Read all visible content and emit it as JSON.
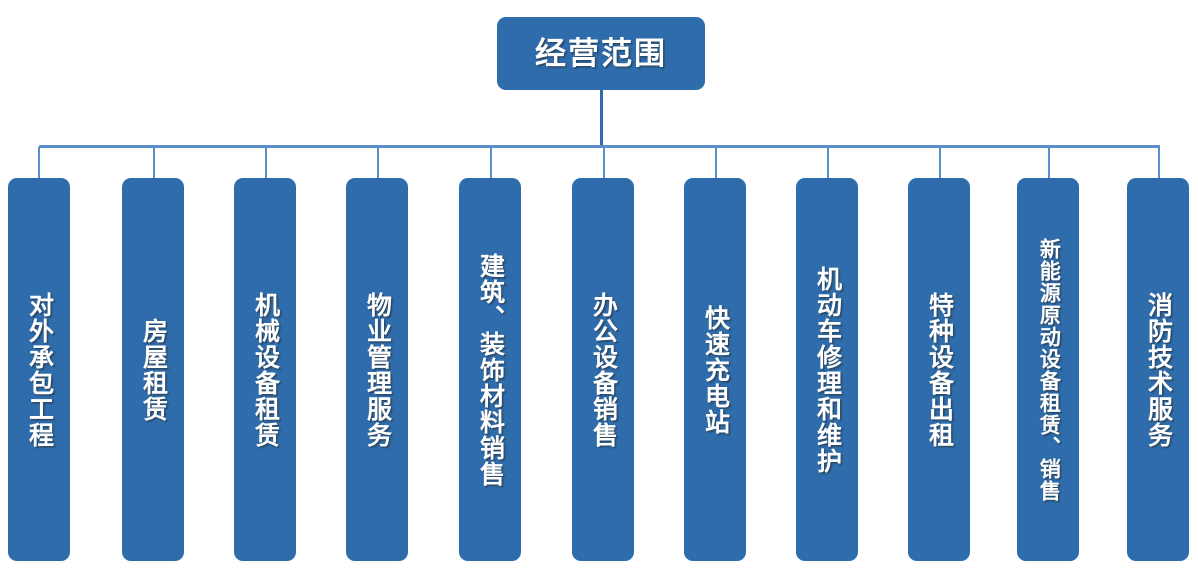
{
  "diagram": {
    "type": "organizational-tree",
    "title": "经营范围",
    "orientation": "top-down",
    "background_color": "#ffffff",
    "node_color": "#2e6cab",
    "connector_color": "#5b8fc9",
    "root_stem_color": "#2e6cab",
    "text_color": "#ffffff",
    "root": {
      "label": "经营范围"
    },
    "children": [
      {
        "label": "对外承包工程"
      },
      {
        "label": "房屋租赁"
      },
      {
        "label": "机械设备租赁"
      },
      {
        "label": "物业管理服务"
      },
      {
        "label": "建筑、装饰材料销售"
      },
      {
        "label": "办公设备销售"
      },
      {
        "label": "快速充电站"
      },
      {
        "label": "机动车修理和维护"
      },
      {
        "label": "特种设备出租"
      },
      {
        "label": "新能源原动设备租赁、销售"
      },
      {
        "label": "消防技术服务"
      }
    ]
  }
}
